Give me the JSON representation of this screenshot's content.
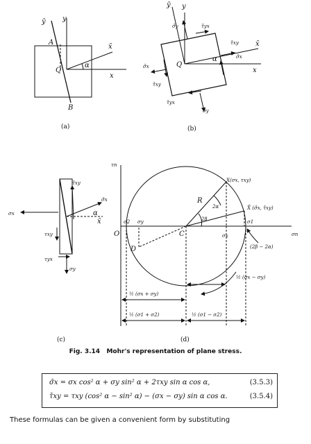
{
  "figure": {
    "caption_number": "Fig. 3.14",
    "caption_text": "Mohr's representation of plane stress.",
    "panel_labels": [
      "(a)",
      "(b)",
      "(c)",
      "(d)"
    ],
    "a": {
      "y": "y",
      "ybar": "ȳ",
      "xbar": "x̄",
      "x": "x",
      "A": "A",
      "B": "B",
      "Q": "Q",
      "alpha": "α"
    },
    "b": {
      "y": "y",
      "ybar": "ȳ",
      "xbar": "x̄",
      "x": "x",
      "Q": "Q",
      "alpha": "α",
      "sy_bar_top": "σ̄y",
      "tyx_bar_top": "τ̄yx",
      "txy_bar_right": "τ̄xy",
      "sx_bar_right": "σ̄x",
      "sx_bar_left": "σ̄x",
      "txy_bar_left": "τ̄xy",
      "tyx_bar_bot": "τ̄yx",
      "sy_bar_bot": "σ̄y"
    },
    "c": {
      "txy_bar": "τ̄xy",
      "sx_bar": "σ̄x",
      "alpha": "α",
      "xbar": "x̄",
      "sx": "σx",
      "txy": "τxy",
      "tyx": "τyx",
      "sy": "σy"
    },
    "d": {
      "tau_n": "τn",
      "sigma_n": "σn",
      "O": "O",
      "C": "C",
      "D": "D",
      "R": "R",
      "X": "X(σx, τxy)",
      "Xbar": "X̄ (σ̄x, τ̄xy)",
      "two_alpha": "2α",
      "two_beta": "2β",
      "s1": "σ1",
      "s2": "σ2",
      "sx": "σx",
      "sy": "σy",
      "angle": "(2β − 2α)",
      "half_diff_xy": "½ (σx − σy)",
      "half_sum_xy": "½ (σx + σy)",
      "half_sum_12": "½ (σ1 + σ2)",
      "half_diff_12": "½ (σ1 − σ2)"
    }
  },
  "equations": [
    {
      "text": "σ̄x = σx cos² α + σy sin² α + 2τxy sin α cos α,",
      "number": "(3.5.3)"
    },
    {
      "text": "τ̄xy = τxy (cos² α − sin² α) − (σx − σy) sin α cos α.",
      "number": "(3.5.4)"
    }
  ],
  "body_text": "These formulas can be given a convenient form by substituting"
}
